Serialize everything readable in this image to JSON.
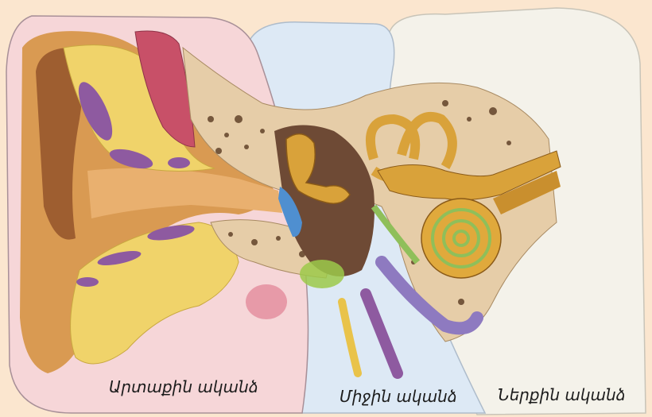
{
  "labels": {
    "outer_ear": "Արտաքին ականձ",
    "middle_ear": "Միջին ականձ",
    "inner_ear": "Ներքին ականձ"
  },
  "colors": {
    "background": "#fbe6cf",
    "outer_region": "#f6d6d8",
    "middle_region": "#dde9f5",
    "inner_region": "#f4f2ea",
    "skin": "#d99a52",
    "fat": "#f0d36a",
    "vessel": "#8e5aa0",
    "muscle": "#c85068",
    "bone": "#e6cda8",
    "ossicle": "#d9a23a",
    "cochlea": "#e0a93c",
    "nerve": "#8fbf5a"
  }
}
